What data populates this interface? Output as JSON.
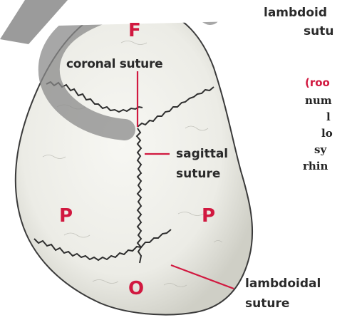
{
  "bones": {
    "frontal": "F",
    "parietal_left": "P",
    "parietal_right": "P",
    "occipital": "O"
  },
  "labels": {
    "coronal": "coronal suture",
    "sagittal_line1": "sagittal",
    "sagittal_line2": "suture",
    "lambdoidal_line1": "lambdoidal",
    "lambdoidal_line2": "suture",
    "top_right_line1": "lambdoid",
    "top_right_line2": "sutu"
  },
  "side_text": {
    "red": "(roo",
    "lines": [
      "num",
      "l",
      "lo",
      "sy",
      "rhin"
    ]
  },
  "colors": {
    "label_red": "#d1183f",
    "leader_line": "#d1183f",
    "skull_fill": "#f1f1ec",
    "suture": "#2e2e2e",
    "watermark": "#8a8a8a"
  }
}
